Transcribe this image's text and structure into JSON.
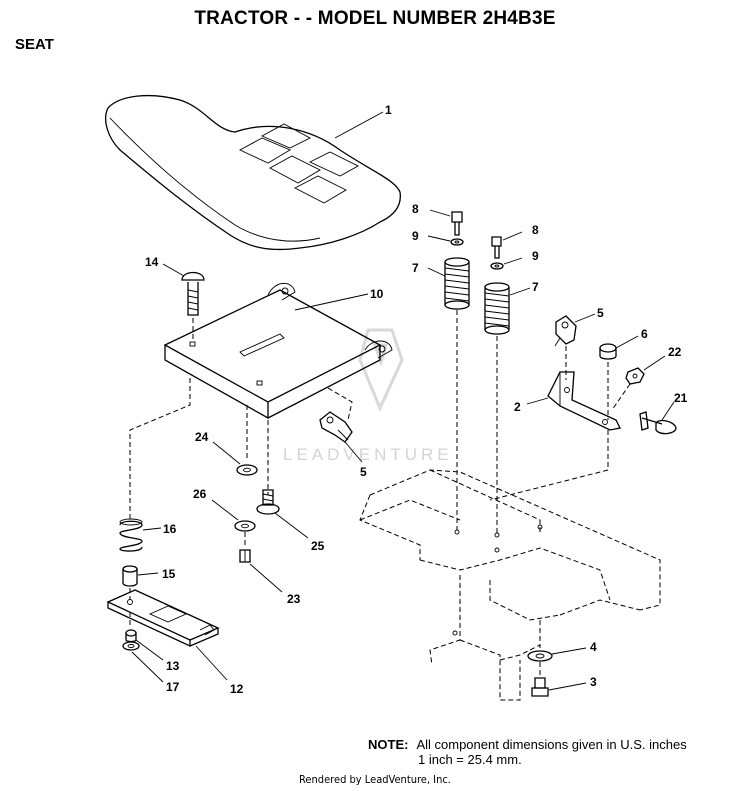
{
  "header": {
    "title": "TRACTOR - - MODEL NUMBER 2H4B3E",
    "section": "SEAT"
  },
  "watermark": {
    "text": "LEADVENTURE"
  },
  "callouts": {
    "c1": "1",
    "c2": "2",
    "c3": "3",
    "c4": "4",
    "c5a": "5",
    "c5b": "5",
    "c6": "6",
    "c7a": "7",
    "c7b": "7",
    "c8a": "8",
    "c8b": "8",
    "c9a": "9",
    "c9b": "9",
    "c10": "10",
    "c12": "12",
    "c13": "13",
    "c14": "14",
    "c15": "15",
    "c16": "16",
    "c17": "17",
    "c21": "21",
    "c22": "22",
    "c23": "23",
    "c24": "24",
    "c25": "25",
    "c26": "26"
  },
  "note": {
    "label": "NOTE:",
    "line1": "All component dimensions given in U.S. inches",
    "line2": "1 inch = 25.4 mm."
  },
  "footer": "Rendered by LeadVenture, Inc."
}
